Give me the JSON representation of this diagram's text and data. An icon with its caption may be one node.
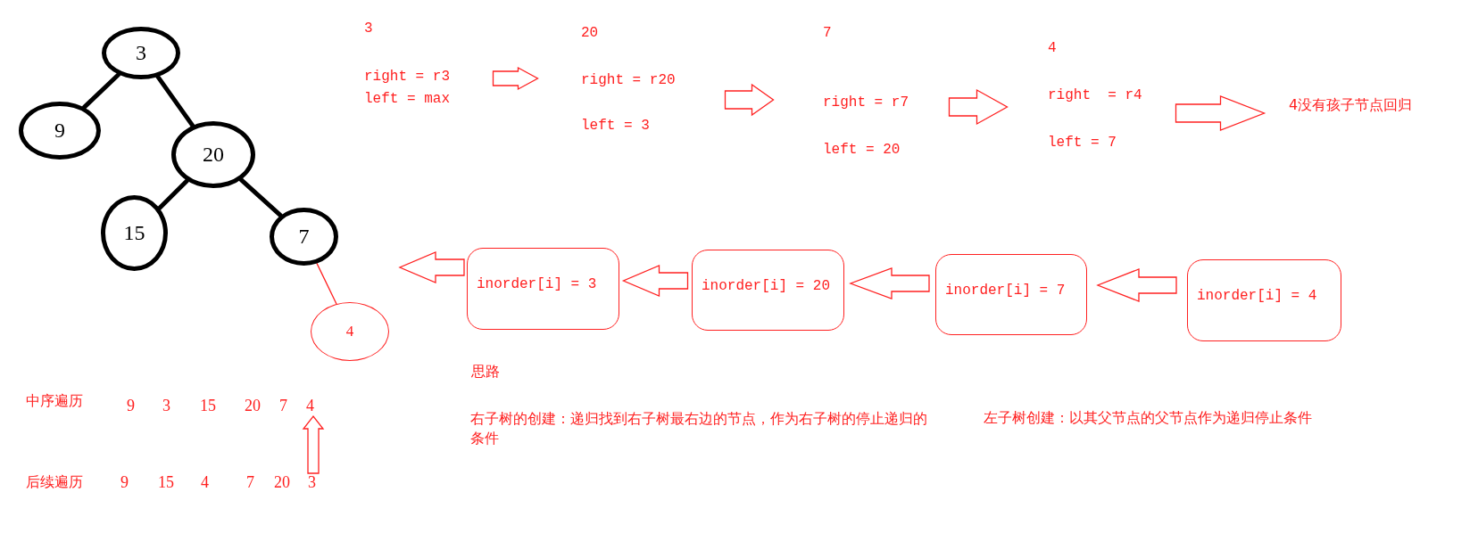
{
  "diagram": {
    "nodes": [
      {
        "text": [
          "3"
        ]
      },
      {
        "text": [
          "9"
        ]
      },
      {
        "text": [
          "20"
        ]
      },
      {
        "text": [
          "15"
        ]
      },
      {
        "text": [
          "7"
        ]
      },
      {
        "text": [
          "4"
        ]
      },
      {
        "text": [
          "3",
          "right = r3",
          "left = max"
        ]
      },
      {
        "text": [
          "20",
          "right = r20",
          "left = 3"
        ]
      },
      {
        "text": [
          "7",
          "right = r7",
          "left = 20"
        ]
      },
      {
        "text": [
          "4",
          "right  = r4",
          "left = 7"
        ]
      },
      {
        "text": [
          "4没有孩子节点回归"
        ]
      },
      {
        "text": [
          "inorder[i] = 3"
        ]
      },
      {
        "text": [
          "inorder[i] = 20"
        ]
      },
      {
        "text": [
          "inorder[i] = 7"
        ]
      },
      {
        "text": [
          "inorder[i] = 4"
        ]
      },
      {
        "text": [
          "4"
        ]
      },
      {
        "text": [
          "3"
        ]
      }
    ],
    "edges": [
      {
        "from": 0,
        "to": 1,
        "arrow": "none",
        "color": "#000000"
      },
      {
        "from": 0,
        "to": 2,
        "arrow": "none",
        "color": "#000000"
      },
      {
        "from": 2,
        "to": 3,
        "arrow": "none",
        "color": "#000000"
      },
      {
        "from": 2,
        "to": 4,
        "arrow": "none",
        "color": "#000000"
      },
      {
        "from": 4,
        "to": 5,
        "arrow": "none",
        "color": "#ff2020"
      },
      {
        "from": 6,
        "to": 7,
        "arrow": "to"
      },
      {
        "from": 7,
        "to": 8,
        "arrow": "to"
      },
      {
        "from": 8,
        "to": 9,
        "arrow": "to"
      },
      {
        "from": 9,
        "to": 10,
        "arrow": "to"
      },
      {
        "from": 14,
        "to": 13,
        "arrow": "to"
      },
      {
        "from": 13,
        "to": 12,
        "arrow": "to"
      },
      {
        "from": 12,
        "to": 11,
        "arrow": "to"
      },
      {
        "from": 11,
        "to": null,
        "arrow": "to"
      },
      {
        "from": 16,
        "to": 15,
        "arrow": "to"
      }
    ],
    "labels": [
      "中序遍历",
      "9",
      "3",
      "15",
      "20",
      "7",
      "后续遍历",
      "9",
      "15",
      "4",
      "7",
      "20",
      "思路",
      "右子树的创建：递归找到右子树最右边的节点，作为右子树的停止递归的条件",
      "左子树创建：以其父节点的父节点作为递归停止条件"
    ]
  }
}
